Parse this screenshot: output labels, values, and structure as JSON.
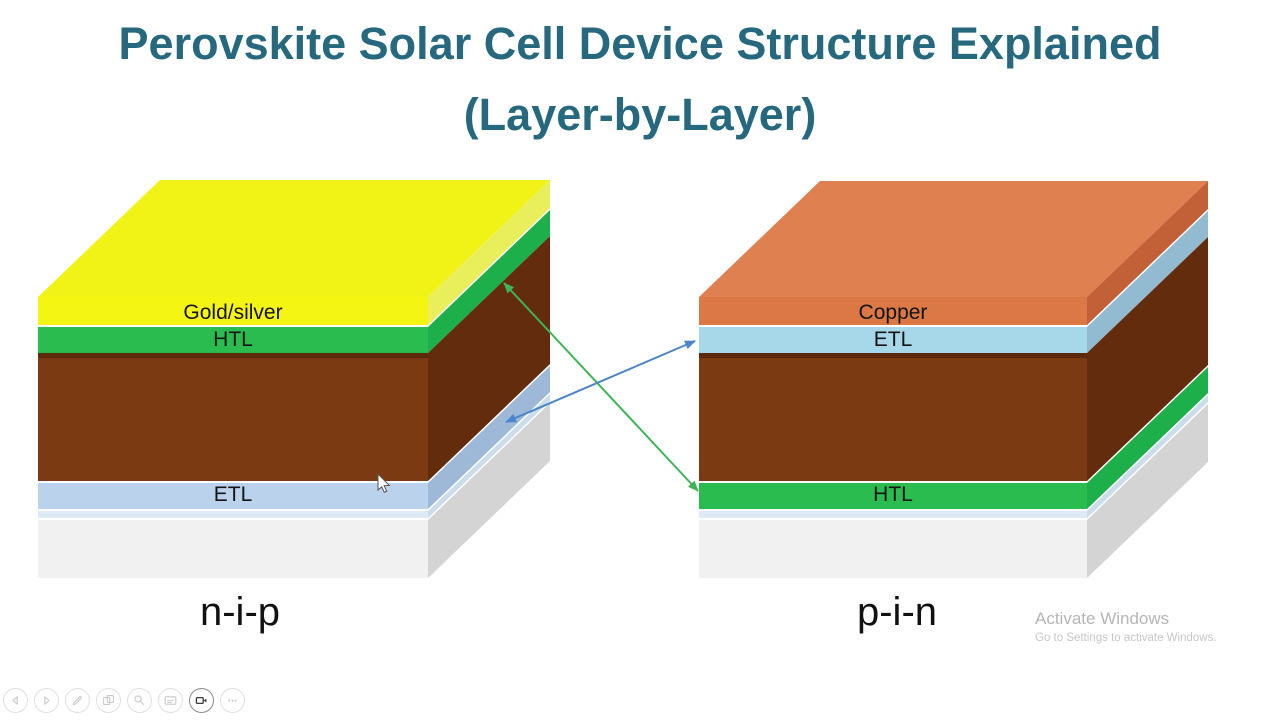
{
  "title": {
    "line1": "Perovskite Solar Cell Device Structure Explained",
    "line2": "(Layer-by-Layer)"
  },
  "colors": {
    "title_text": "#26697F",
    "arrow_green": "#3CB556",
    "arrow_blue": "#4C86C8",
    "watermark_primary": "#B5B5B5",
    "watermark_secondary": "#C6C6C6"
  },
  "left_stack": {
    "caption": "n-i-p",
    "layers": {
      "electrode": {
        "label": "Gold/silver",
        "front": "#F5F513",
        "top": "#F1F215",
        "side": "#E9EF5B"
      },
      "htl": {
        "label": "HTL",
        "front": "#2BBC50",
        "side": "#1DB04A"
      },
      "absorber": {
        "front": "#7B3A12",
        "side": "#632D0D",
        "lip": "#5B2A0C"
      },
      "etl": {
        "label": "ETL",
        "front": "#BBD2EC",
        "side": "#9EB9D8"
      },
      "buffer": {
        "front": "#DEEAF6",
        "side": "#CBDCEB"
      },
      "substrate": {
        "front": "#F1F1F1",
        "side": "#D4D4D4"
      }
    }
  },
  "right_stack": {
    "caption": "p-i-n",
    "layers": {
      "electrode": {
        "label": "Copper",
        "front": "#DB7845",
        "top": "#DF8050",
        "side": "#C26038"
      },
      "etl": {
        "label": "ETL",
        "front": "#A7D8E9",
        "side": "#92BAD0"
      },
      "absorber": {
        "front": "#7B3A12",
        "side": "#632D0D",
        "lip": "#5B2A0C"
      },
      "htl": {
        "label": "HTL",
        "front": "#2BBC50",
        "side": "#1DB04A"
      },
      "buffer": {
        "front": "#DEEAF6",
        "side": "#CBDCEB"
      },
      "substrate": {
        "front": "#F1F1F1",
        "side": "#D4D4D4"
      }
    }
  },
  "watermark": {
    "line1": "Activate Windows",
    "line2": "Go to Settings to activate Windows."
  },
  "toolbar": {
    "icons": [
      "previous-slide",
      "next-slide",
      "pen",
      "all-slides",
      "magnifier",
      "captions",
      "camera",
      "more-options"
    ],
    "active_icon": "camera"
  }
}
